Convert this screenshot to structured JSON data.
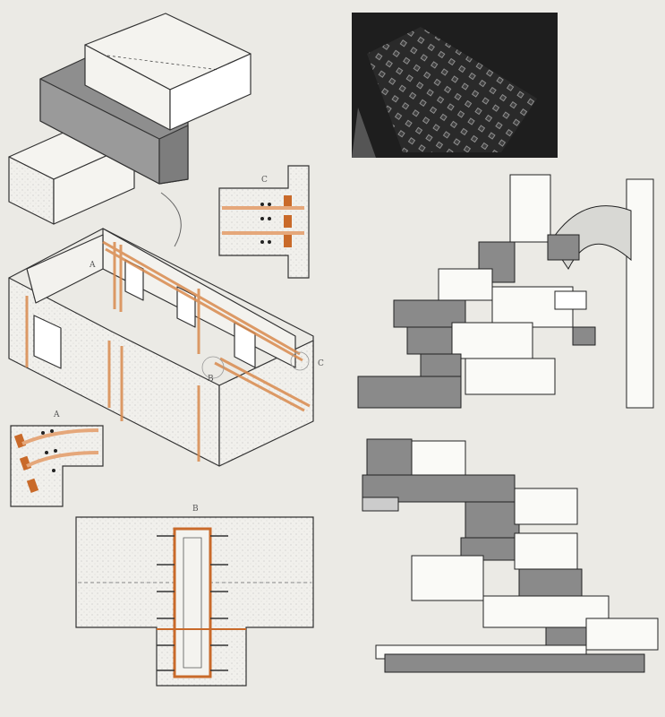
{
  "labels": {
    "room_corner_a": "A",
    "room_joint_b": "B",
    "room_joint_c": "C",
    "detail_c_title": "C",
    "detail_a_title": "A",
    "detail_b_title": "B"
  },
  "colors": {
    "paper": "#ebeae5",
    "line": "#333333",
    "shade": "#8e8e8e",
    "tendon": "#d98a4e",
    "tendon_dark": "#c96a2a"
  }
}
